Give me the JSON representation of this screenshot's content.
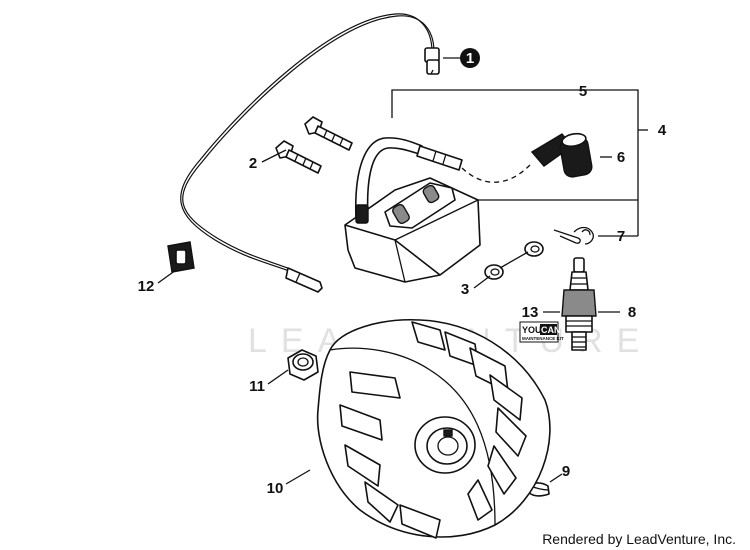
{
  "watermark": "LEADVENTURE",
  "footer": "Rendered by LeadVenture, Inc.",
  "kit_badge": {
    "line1": "YOU",
    "line2": "CAN",
    "line3": "MAINTENANCE KIT"
  },
  "callouts": {
    "c1": "1",
    "c2": "2",
    "c3": "3",
    "c4": "4",
    "c5": "5",
    "c6": "6",
    "c7": "7",
    "c8": "8",
    "c9": "9",
    "c10": "10",
    "c11": "11",
    "c12": "12",
    "c13": "13"
  }
}
